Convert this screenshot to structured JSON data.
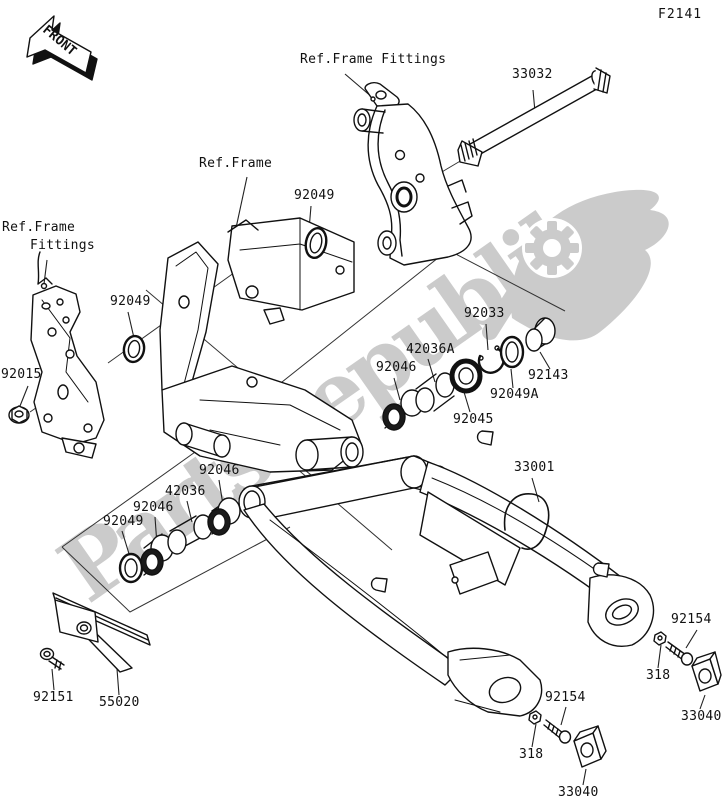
{
  "page": {
    "code": "F2141"
  },
  "front_marker": {
    "label": "FRONT"
  },
  "watermark": {
    "brand": "PartsRepublik",
    "color": "#cbcbcb"
  },
  "reference_labels": {
    "frame_fittings_top": "Ref.Frame Fittings",
    "frame": "Ref.Frame",
    "frame_fittings_left_1": "Ref.Frame",
    "frame_fittings_left_2": "Fittings"
  },
  "part_labels": [
    {
      "number": "33032"
    },
    {
      "number": "92049"
    },
    {
      "number": "92049"
    },
    {
      "number": "92015"
    },
    {
      "number": "92033"
    },
    {
      "number": "42036A"
    },
    {
      "number": "92046"
    },
    {
      "number": "92045"
    },
    {
      "number": "92049A"
    },
    {
      "number": "92143"
    },
    {
      "number": "33001"
    },
    {
      "number": "92046"
    },
    {
      "number": "42036"
    },
    {
      "number": "92046"
    },
    {
      "number": "92049"
    },
    {
      "number": "92151"
    },
    {
      "number": "55020"
    },
    {
      "number": "92154"
    },
    {
      "number": "318"
    },
    {
      "number": "33040"
    },
    {
      "number": "92154"
    },
    {
      "number": "318"
    },
    {
      "number": "33040"
    }
  ]
}
